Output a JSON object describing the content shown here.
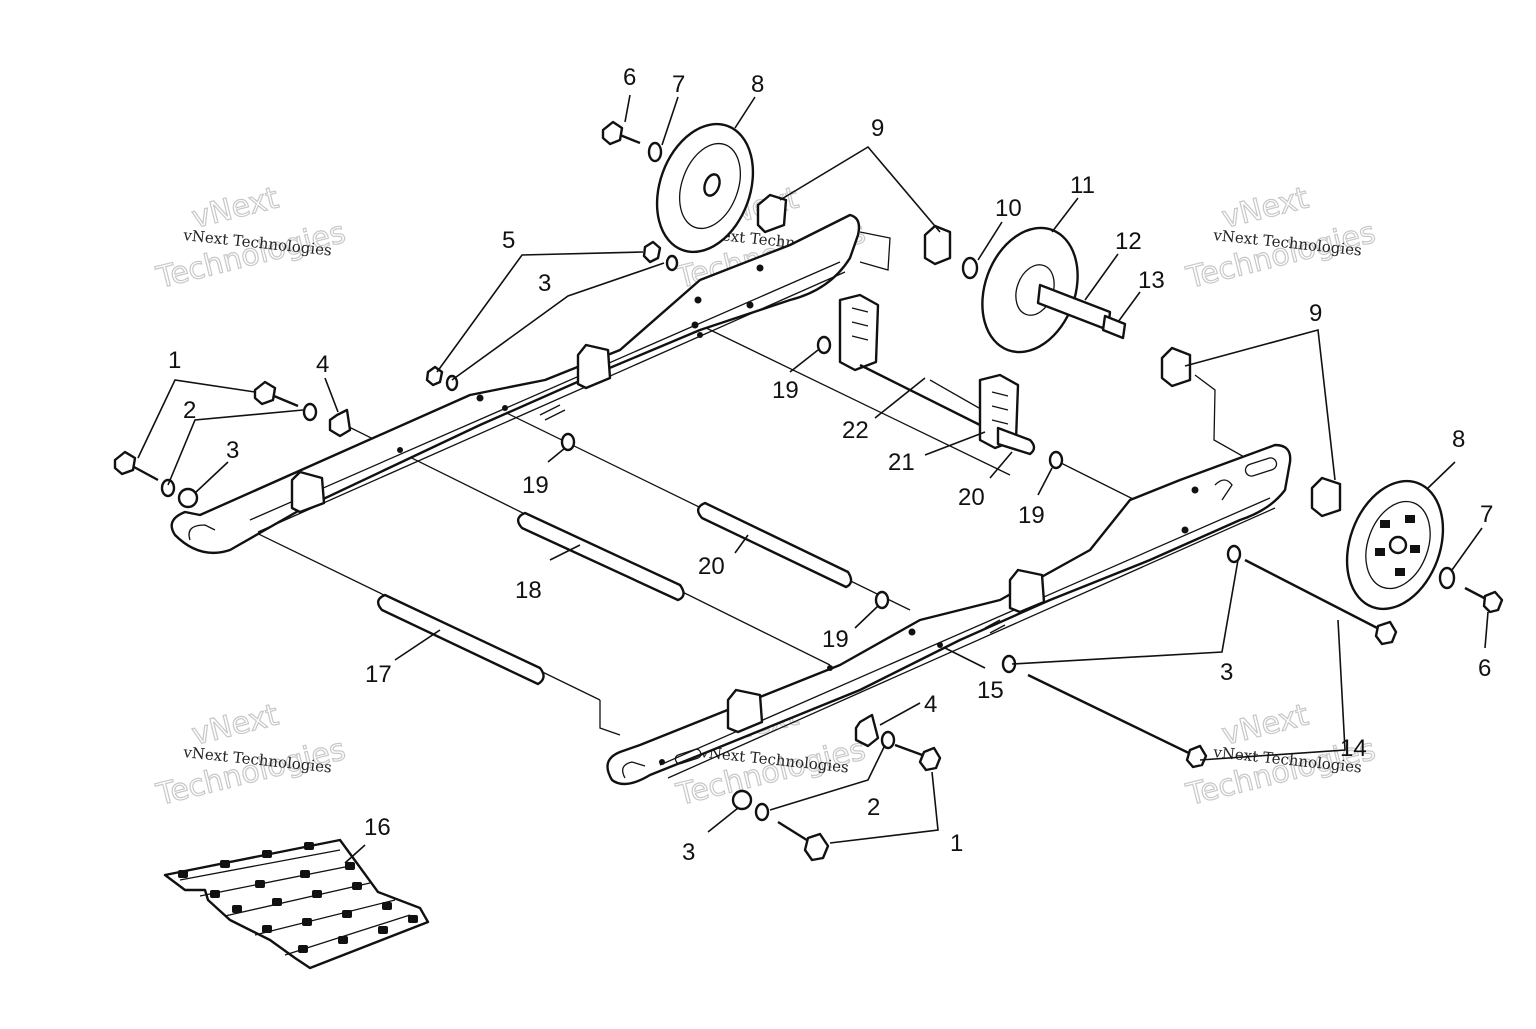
{
  "diagram": {
    "callouts": [
      {
        "id": "c6a",
        "text": "6"
      },
      {
        "id": "c7a",
        "text": "7"
      },
      {
        "id": "c8a",
        "text": "8"
      },
      {
        "id": "c9a",
        "text": "9"
      },
      {
        "id": "c10",
        "text": "10"
      },
      {
        "id": "c11",
        "text": "11"
      },
      {
        "id": "c12",
        "text": "12"
      },
      {
        "id": "c13",
        "text": "13"
      },
      {
        "id": "c5",
        "text": "5"
      },
      {
        "id": "c3a",
        "text": "3"
      },
      {
        "id": "c1a",
        "text": "1"
      },
      {
        "id": "c4a",
        "text": "4"
      },
      {
        "id": "c2a",
        "text": "2"
      },
      {
        "id": "c3b",
        "text": "3"
      },
      {
        "id": "c19a",
        "text": "19"
      },
      {
        "id": "c22",
        "text": "22"
      },
      {
        "id": "c21",
        "text": "21"
      },
      {
        "id": "c9b",
        "text": "9"
      },
      {
        "id": "c8b",
        "text": "8"
      },
      {
        "id": "c19b",
        "text": "19"
      },
      {
        "id": "c20a",
        "text": "20"
      },
      {
        "id": "c19c",
        "text": "19"
      },
      {
        "id": "c7b",
        "text": "7"
      },
      {
        "id": "c18",
        "text": "18"
      },
      {
        "id": "c20b",
        "text": "20"
      },
      {
        "id": "c3c",
        "text": "3"
      },
      {
        "id": "c6b",
        "text": "6"
      },
      {
        "id": "c17",
        "text": "17"
      },
      {
        "id": "c19d",
        "text": "19"
      },
      {
        "id": "c15",
        "text": "15"
      },
      {
        "id": "c4b",
        "text": "4"
      },
      {
        "id": "c14",
        "text": "14"
      },
      {
        "id": "c2b",
        "text": "2"
      },
      {
        "id": "c16",
        "text": "16"
      },
      {
        "id": "c3d",
        "text": "3"
      },
      {
        "id": "c1b",
        "text": "1"
      }
    ]
  },
  "watermark": {
    "small": "vNext Technologies",
    "big_line1": "vNext",
    "big_line2": "Technologies"
  }
}
